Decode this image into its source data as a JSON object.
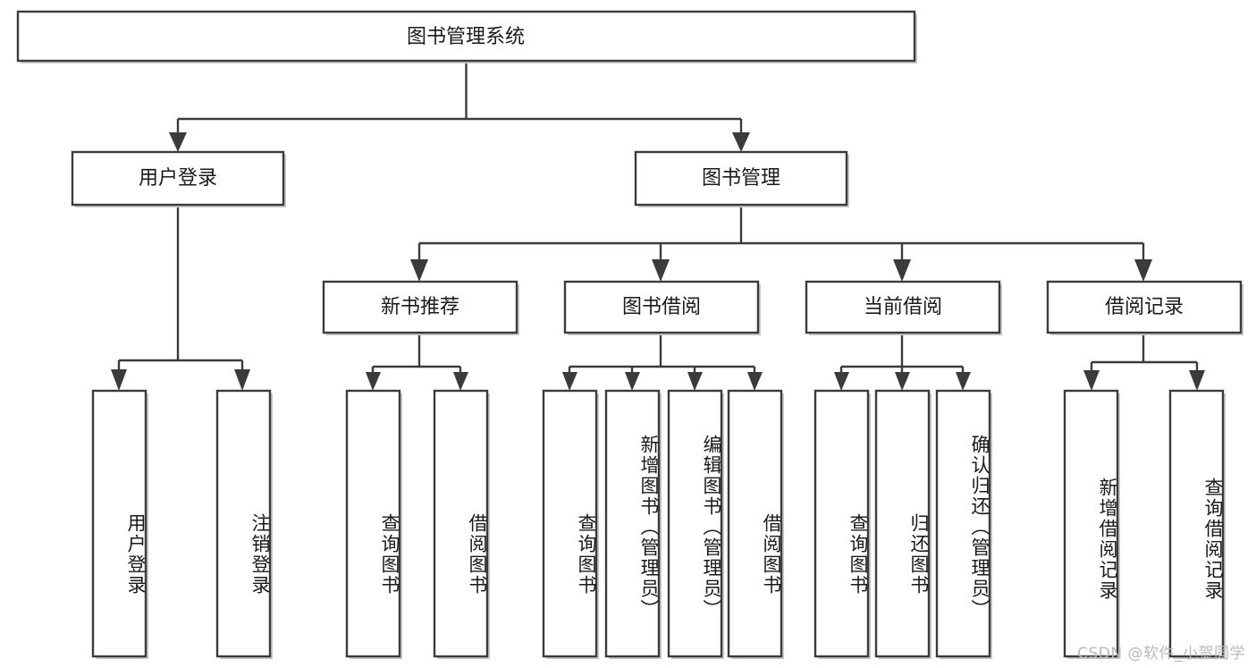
{
  "diagram": {
    "type": "tree-hierarchy-chart",
    "title_text": "图书管理系统",
    "orientation": "top-down",
    "watermark": "CSDN @软件_小贺同学",
    "colors": {
      "box_stroke": "#3b3b3b",
      "box_fill": "#ffffff",
      "text": "#1a1a1a",
      "background": "#ffffff",
      "watermark": "#b9b9b9"
    },
    "root": {
      "label": "图书管理系统"
    },
    "level2": [
      {
        "label": "用户登录"
      },
      {
        "label": "图书管理"
      }
    ],
    "level3": [
      {
        "label": "新书推荐"
      },
      {
        "label": "图书借阅"
      },
      {
        "label": "当前借阅"
      },
      {
        "label": "借阅记录"
      }
    ],
    "leaves": {
      "user_login": [
        {
          "label": "用户登录"
        },
        {
          "label": "注销登录"
        }
      ],
      "new_book_recommend": [
        {
          "label": "查询图书"
        },
        {
          "label": "借阅图书"
        }
      ],
      "book_borrow": [
        {
          "label": "查询图书"
        },
        {
          "label": "新增图书（管理员）"
        },
        {
          "label": "编辑图书（管理员）"
        },
        {
          "label": "借阅图书"
        }
      ],
      "current_borrow": [
        {
          "label": "查询图书"
        },
        {
          "label": "归还图书"
        },
        {
          "label": "确认归还（管理员）"
        }
      ],
      "borrow_record": [
        {
          "label": "新增借阅记录"
        },
        {
          "label": "查询借阅记录"
        }
      ]
    }
  }
}
